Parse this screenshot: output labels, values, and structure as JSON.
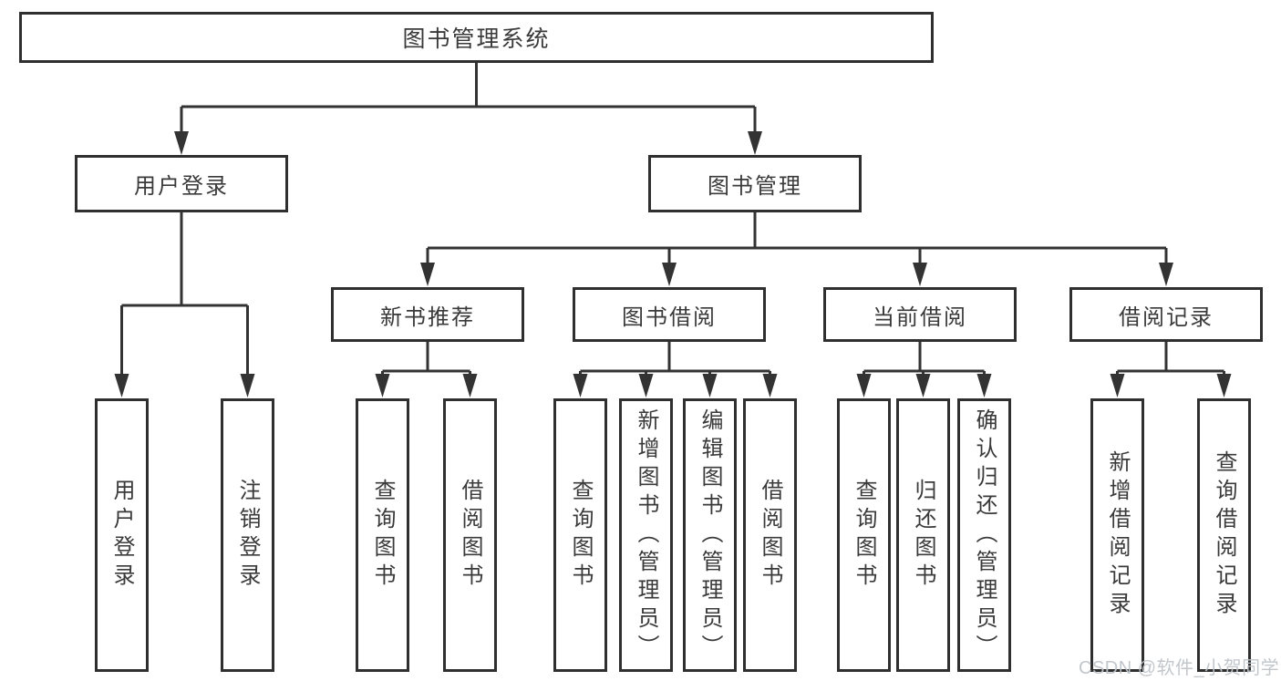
{
  "diagram": {
    "type": "hierarchy-tree",
    "nodes": {
      "root": {
        "label": "图书管理系统"
      },
      "user_login": {
        "label": "用户登录"
      },
      "book_mgmt": {
        "label": "图书管理"
      },
      "new_book_rec": {
        "label": "新书推荐"
      },
      "book_borrow": {
        "label": "图书借阅"
      },
      "current_borrow": {
        "label": "当前借阅"
      },
      "borrow_record": {
        "label": "借阅记录"
      },
      "leaf_user_login": {
        "label": "用户登录"
      },
      "leaf_logout": {
        "label": "注销登录"
      },
      "leaf_query_book_1": {
        "label": "查询图书"
      },
      "leaf_borrow_book_1": {
        "label": "借阅图书"
      },
      "leaf_query_book_2": {
        "label": "查询图书"
      },
      "leaf_add_book": {
        "label": "新增图书（管理员）"
      },
      "leaf_edit_book": {
        "label": "编辑图书（管理员）"
      },
      "leaf_borrow_book_2": {
        "label": "借阅图书"
      },
      "leaf_query_book_3": {
        "label": "查询图书"
      },
      "leaf_return_book": {
        "label": "归还图书"
      },
      "leaf_confirm_return": {
        "label": "确认归还（管理员）"
      },
      "leaf_add_record": {
        "label": "新增借阅记录"
      },
      "leaf_query_record": {
        "label": "查询借阅记录"
      }
    },
    "hierarchy": {
      "图书管理系统": {
        "用户登录": [
          "用户登录",
          "注销登录"
        ],
        "图书管理": {
          "新书推荐": [
            "查询图书",
            "借阅图书"
          ],
          "图书借阅": [
            "查询图书",
            "新增图书（管理员）",
            "编辑图书（管理员）",
            "借阅图书"
          ],
          "当前借阅": [
            "查询图书",
            "归还图书",
            "确认归还（管理员）"
          ],
          "借阅记录": [
            "新增借阅记录",
            "查询借阅记录"
          ]
        }
      }
    },
    "colors": {
      "line": "#333333",
      "border": "#2f2f2f",
      "text": "#3a3a3a",
      "box_background": "#ffffff",
      "watermark": "#bfc4c9"
    }
  },
  "watermark": {
    "text": "CSDN @软件_小贺同学"
  }
}
